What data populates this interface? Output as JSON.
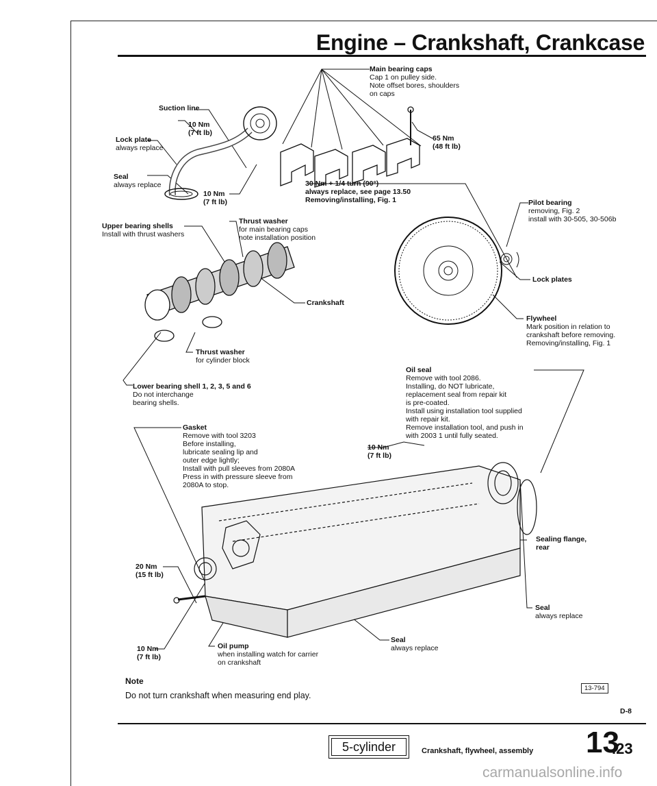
{
  "header": {
    "title": "Engine – Crankshaft, Crankcase"
  },
  "labels": {
    "main_caps": {
      "title": "Main bearing caps",
      "lines": [
        "Cap 1 on pulley side.",
        "Note offset bores, shoulders",
        "on caps"
      ]
    },
    "suction_line": {
      "title": "Suction line"
    },
    "torque_pickup": {
      "title": "10 Nm",
      "lines": [
        "(7 ft lb)"
      ]
    },
    "lock_plate": {
      "title": "Lock plate",
      "lines": [
        "always replace"
      ]
    },
    "torque_caps": {
      "title": "65 Nm",
      "lines": [
        "(48 ft lb)"
      ]
    },
    "seal_pickup": {
      "title": "Seal",
      "lines": [
        "always replace"
      ]
    },
    "torque_mid": {
      "title": "10 Nm",
      "lines": [
        "(7 ft lb)"
      ]
    },
    "cap_bolts": {
      "title": "30 Nm + 1/4 turn (90°)",
      "lines": [
        "always replace, see page 13.50",
        "Removing/installing, Fig. 1"
      ]
    },
    "pilot_bearing": {
      "title": "Pilot bearing",
      "lines": [
        "removing, Fig. 2",
        "install with 30-505, 30-506b"
      ]
    },
    "upper_shells": {
      "title": "Upper bearing shells",
      "lines": [
        "Install with thrust washers"
      ]
    },
    "thrust_washer_caps": {
      "title": "Thrust washer",
      "lines": [
        "for main bearing caps",
        "note installation position"
      ]
    },
    "lock_plates": {
      "title": "Lock plates"
    },
    "crankshaft": {
      "title": "Crankshaft"
    },
    "flywheel": {
      "title": "Flywheel",
      "lines": [
        "Mark position in relation to",
        "crankshaft before removing.",
        "Removing/installing, Fig. 1"
      ]
    },
    "thrust_washer_block": {
      "title": "Thrust washer",
      "lines": [
        "for cylinder block"
      ]
    },
    "oil_seal": {
      "title": "Oil seal",
      "lines": [
        "Remove with tool 2086.",
        "Installing, do NOT lubricate,",
        "replacement seal from repair kit",
        "is pre-coated.",
        "Install using installation tool supplied",
        "with repair kit.",
        "Remove installation tool, and push in",
        "with 2003 1 until fully seated."
      ]
    },
    "lower_shells": {
      "title": "Lower bearing shell 1, 2, 3, 5 and 6",
      "lines": [
        "Do not interchange",
        "bearing shells."
      ]
    },
    "gasket": {
      "title": "Gasket",
      "lines": [
        "Remove with tool 3203",
        "Before installing,",
        "lubricate sealing lip and",
        "outer edge lightly;",
        "Install with pull sleeves from 2080A",
        "Press in with pressure sleeve from",
        "2080A to stop."
      ]
    },
    "torque_seal": {
      "title": "10 Nm",
      "lines": [
        "(7 ft lb)"
      ]
    },
    "sealing_flange": {
      "title": "Sealing flange,",
      "lines": [
        "rear"
      ]
    },
    "torque_20": {
      "title": "20 Nm",
      "lines": [
        "(15 ft lb)"
      ]
    },
    "seal_rear": {
      "title": "Seal",
      "lines": [
        "always replace"
      ]
    },
    "torque_low": {
      "title": "10 Nm",
      "lines": [
        "(7 ft lb)"
      ]
    },
    "oil_pump": {
      "title": "Oil pump",
      "lines": [
        "when installing watch for carrier",
        "on crankshaft"
      ]
    },
    "seal_front": {
      "title": "Seal",
      "lines": [
        "always replace"
      ]
    }
  },
  "note": {
    "heading": "Note",
    "text": "Do not turn crankshaft when measuring end play."
  },
  "figure_code": "13-794",
  "page_code": "D-8",
  "footer": {
    "badge": "5-cylinder",
    "section_text": "Crankshaft, flywheel, assembly",
    "section_major": "13",
    "section_minor": ".23"
  },
  "watermark": "carmanualsonline.info"
}
